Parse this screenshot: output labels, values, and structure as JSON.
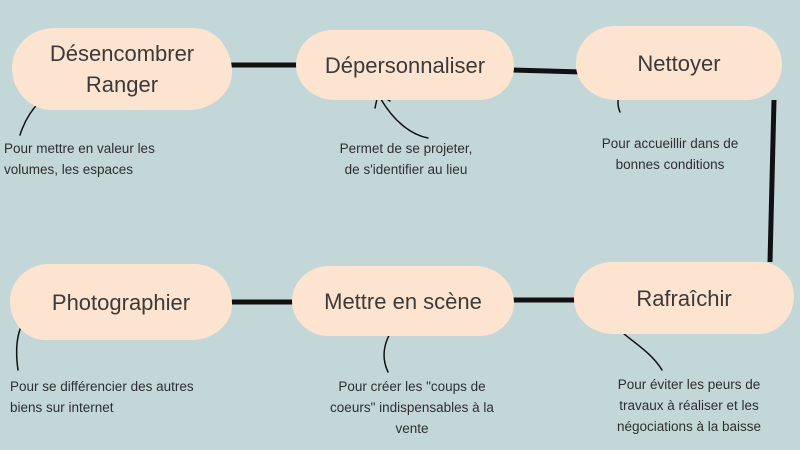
{
  "steps": [
    {
      "id": "desencombrer",
      "lines": [
        "Désencombrer",
        "Ranger"
      ],
      "note": [
        "Pour mettre en valeur les",
        "volumes, les espaces"
      ]
    },
    {
      "id": "depersonnaliser",
      "lines": [
        "Dépersonnaliser"
      ],
      "note": [
        "Permet de se projeter,",
        "de s'identifier au lieu"
      ]
    },
    {
      "id": "nettoyer",
      "lines": [
        "Nettoyer"
      ],
      "note": [
        "Pour accueillir dans de",
        "bonnes conditions"
      ]
    },
    {
      "id": "rafraichir",
      "lines": [
        "Rafraîchir"
      ],
      "note": [
        "Pour éviter les peurs de",
        "travaux à réaliser et les",
        "négociations à la baisse"
      ]
    },
    {
      "id": "mettre-en-scene",
      "lines": [
        "Mettre en scène"
      ],
      "note": [
        "Pour créer les \"coups de",
        "coeurs\" indispensables à la",
        "vente"
      ]
    },
    {
      "id": "photographier",
      "lines": [
        "Photographier"
      ],
      "note": [
        "Pour se différencier des autres",
        "biens sur internet"
      ]
    }
  ],
  "colors": {
    "background": "#c4d7d8",
    "blob": "#fde4d0",
    "connector": "#111111",
    "text": "#3b3a3a"
  }
}
